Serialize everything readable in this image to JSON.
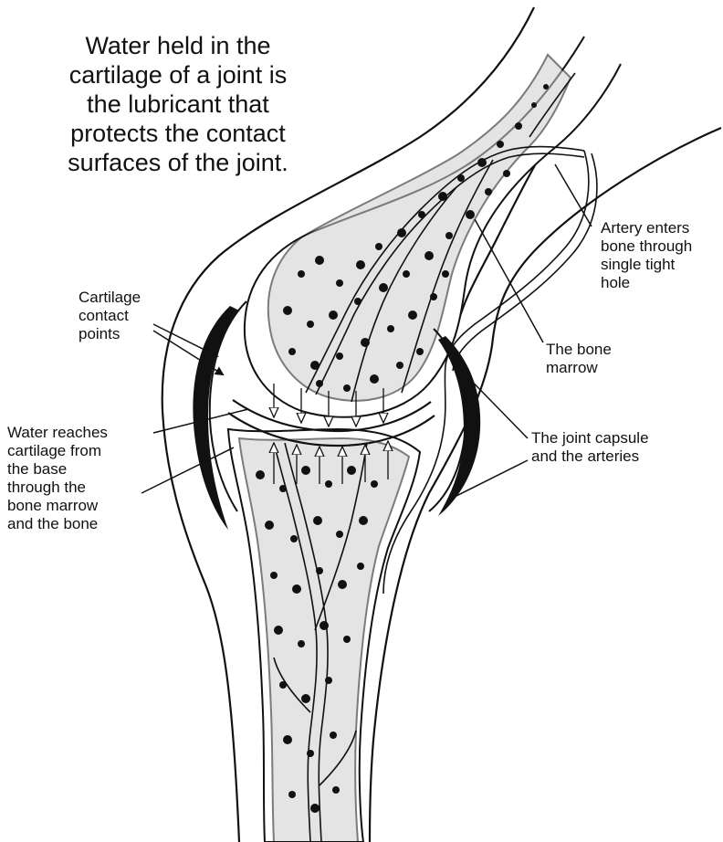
{
  "title_lines": [
    "Water held in the",
    "cartilage of a joint is",
    "the lubricant that",
    "protects the contact",
    "surfaces of the joint."
  ],
  "labels": {
    "cartilage_contact": [
      "Cartilage",
      "contact",
      "points"
    ],
    "water_reaches": [
      "Water reaches",
      "cartilage from",
      "the base",
      "through the",
      "bone marrow",
      "and the bone"
    ],
    "artery_enters": [
      "Artery enters",
      "bone through",
      "single tight",
      "hole"
    ],
    "bone_marrow": [
      "The bone",
      "marrow"
    ],
    "joint_capsule": [
      "The joint capsule",
      "and the arteries"
    ]
  },
  "colors": {
    "ink": "#111111",
    "paper": "#ffffff"
  }
}
